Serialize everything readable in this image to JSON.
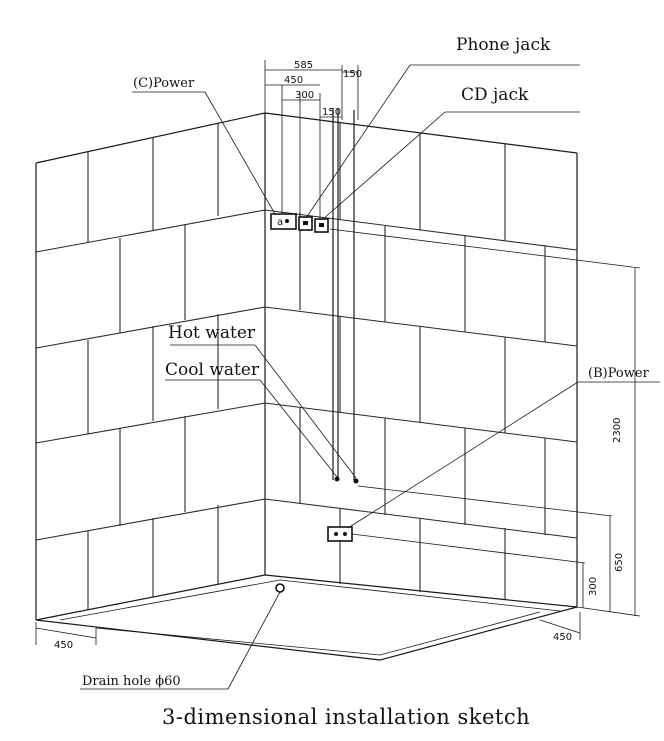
{
  "labels": {
    "phone_jack": "Phone jack",
    "cd_jack": "CD jack",
    "c_power": "(C)Power",
    "b_power": "(B)Power",
    "hot_water": "Hot water",
    "cool_water": "Cool water",
    "drain_hole": "Drain hole ϕ60"
  },
  "dimensions": {
    "d585": "585",
    "d450_top": "450",
    "d300_top": "300",
    "d150_a": "150",
    "d150_b": "150",
    "d2300": "2300",
    "d650": "650",
    "d300_side": "300",
    "d450_left": "450",
    "d450_right": "450"
  },
  "caption": "3-dimensional installation sketch"
}
